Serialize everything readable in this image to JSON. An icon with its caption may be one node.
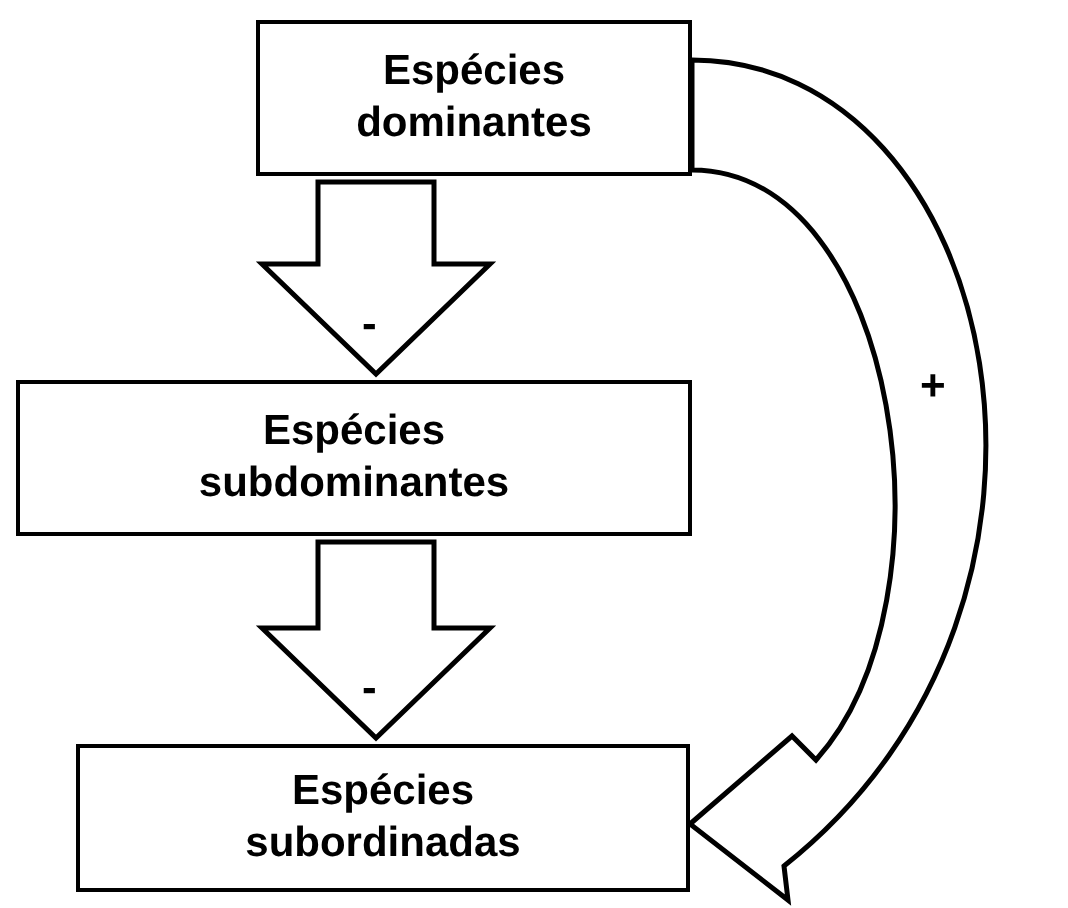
{
  "diagram": {
    "nodes": [
      {
        "text": [
          "Espécies dominantes"
        ]
      },
      {
        "text": [
          "Espécies subdominantes"
        ]
      },
      {
        "text": [
          "Espécies subordinadas"
        ]
      }
    ],
    "edges": [
      {
        "from": 0,
        "to": 1,
        "arrow": "to",
        "label": "-"
      },
      {
        "from": 1,
        "to": 2,
        "arrow": "to",
        "label": "-"
      },
      {
        "from": 0,
        "to": 2,
        "arrow": "to",
        "label": "+"
      }
    ]
  }
}
